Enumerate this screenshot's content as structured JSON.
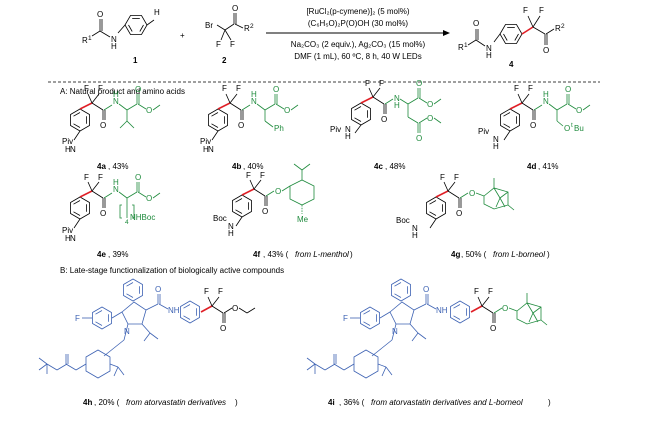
{
  "scheme": {
    "reagents": {
      "line1": "[RuCl₂(p-cymene)]₂ (5 mol%)",
      "line2": "(C₆H₅O)₂P(O)OH (30 mol%)",
      "line3": "Na₂CO₃ (2 equiv.), Ag₂CO₃ (15 mol%)",
      "line4": "DMF (1 mL), 60 ºC, 8 h, 40 W LEDs"
    },
    "compound_labels": {
      "c1": "1",
      "c2": "2",
      "c4": "4"
    },
    "atoms": {
      "H": "H",
      "Br": "Br",
      "F": "F",
      "O": "O",
      "N": "N",
      "R1": "R",
      "R2": "R",
      "sup1": "1",
      "sup2": "2",
      "plus": "+"
    }
  },
  "section_a": {
    "title": "A: Natural product and amino acids",
    "products": [
      {
        "id": "4a",
        "yield": ", 43%",
        "source": ""
      },
      {
        "id": "4b",
        "yield": ", 40%",
        "source": ""
      },
      {
        "id": "4c",
        "yield": ", 48%",
        "source": ""
      },
      {
        "id": "4d",
        "yield": ", 41%",
        "source": ""
      },
      {
        "id": "4e",
        "yield": ", 39%",
        "source": ""
      },
      {
        "id": "4f",
        "yield": ", 43% (",
        "source": "from L-menthol",
        "close": ")"
      },
      {
        "id": "4g",
        "yield": ", 50% (",
        "source": "from L-borneol",
        "close": ")"
      }
    ],
    "groups": {
      "piv": "Piv",
      "boc": "Boc",
      "ph": "Ph",
      "otbu": "O",
      "tbu": "t",
      "bu": "Bu",
      "nhboc": "NHBoc",
      "n4": "4",
      "h": "H",
      "me": "Me"
    }
  },
  "section_b": {
    "title": "B: Late-stage functionalization of biologically active compounds",
    "products": [
      {
        "id": "4h",
        "yield": ", 20% (",
        "source": "from atorvastatin derivatives",
        "close": ")"
      },
      {
        "id": "4i",
        "yield": ", 36% (",
        "source": "from atorvastatin derivatives and L-borneol",
        "close": ")"
      }
    ],
    "groups": {
      "f": "F",
      "nh": "NH",
      "o": "O",
      "n": "N"
    }
  }
}
